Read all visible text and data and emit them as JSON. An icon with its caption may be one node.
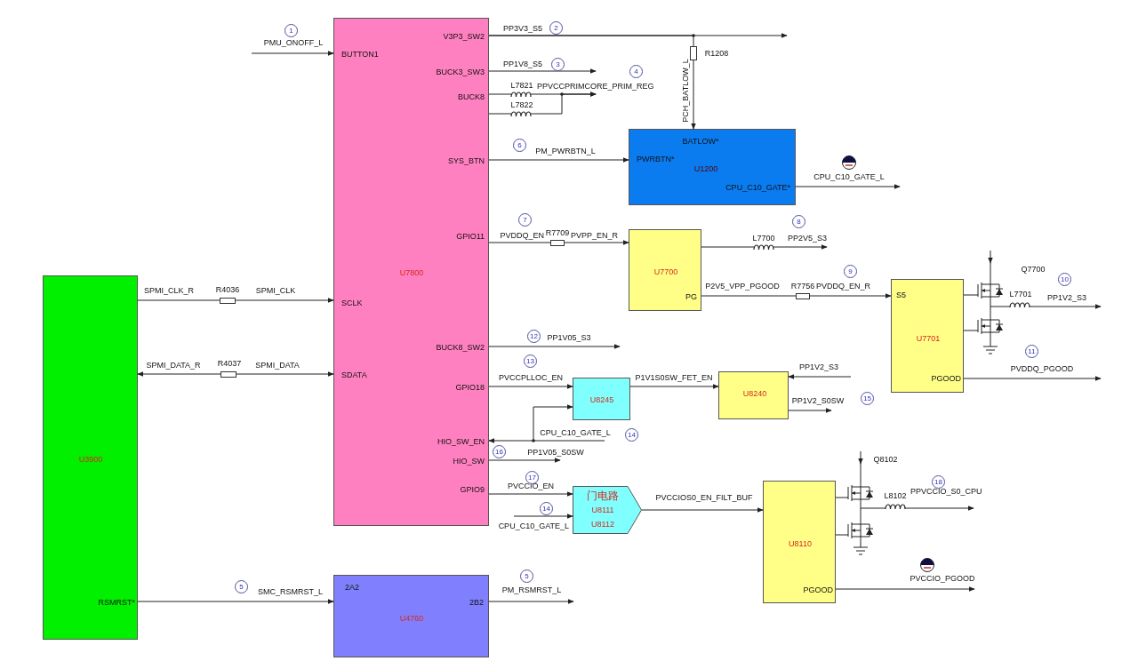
{
  "diagram": {
    "nodes": [
      {
        "text": [
          "V3P3_SW2",
          "BUTTON1",
          "BUCK3_SW3",
          "BUCK8",
          "SYS_BTN",
          "GPIO11",
          "U7800",
          "SCLK",
          "BUCK8_SW2",
          "SDATA",
          "GPIO18",
          "HIO_SW_EN",
          "HIO_SW",
          "GPIO9"
        ]
      },
      {
        "text": [
          "BATLOW*",
          "PWRBTN*",
          "U1200",
          "CPU_C10_GATE*"
        ]
      },
      {
        "text": [
          "U7700",
          "PG"
        ]
      },
      {
        "text": [
          "S5",
          "U7701",
          "PGOOD"
        ]
      },
      {
        "text": [
          "U3900",
          "RSMRST*"
        ]
      },
      {
        "text": [
          "U8245"
        ]
      },
      {
        "text": [
          "U8240"
        ]
      },
      {
        "text": [
          "门电路",
          "U8111",
          "U8112"
        ]
      },
      {
        "text": [
          "U8110",
          "PGOOD"
        ]
      },
      {
        "text": [
          "2A2",
          "U4760",
          "2B2"
        ]
      },
      {
        "text": [],
        "shape": "resistor",
        "beside": [
          "R1208"
        ]
      },
      {
        "text": [],
        "shape": "inductor",
        "beside": [
          "L7821"
        ]
      },
      {
        "text": [],
        "shape": "inductor",
        "beside": [
          "L7822"
        ]
      },
      {
        "text": [],
        "shape": "resistor",
        "beside": [
          "R7709"
        ]
      },
      {
        "text": [],
        "shape": "inductor",
        "beside": [
          "L7700"
        ]
      },
      {
        "text": [],
        "shape": "resistor",
        "beside": [
          "R7756"
        ]
      },
      {
        "text": [],
        "shape": "picture",
        "beside": [
          "Q7700"
        ]
      },
      {
        "text": [],
        "shape": "inductor",
        "beside": [
          "L7701"
        ]
      },
      {
        "text": [],
        "shape": "resistor",
        "beside": [
          "R4036"
        ]
      },
      {
        "text": [],
        "shape": "resistor",
        "beside": [
          "R4037"
        ]
      },
      {
        "text": [],
        "shape": "picture",
        "beside": [
          "Q8102"
        ]
      },
      {
        "text": [],
        "shape": "inductor",
        "beside": [
          "L8102"
        ]
      }
    ],
    "edges": [
      {
        "from": null,
        "to": 0,
        "arrow": "to",
        "label": "PMU_ONOFF_L"
      },
      {
        "from": 0,
        "to": null,
        "arrow": "to",
        "label": "PP3V3_S5"
      },
      {
        "from": 0,
        "to": 10,
        "arrow": "none"
      },
      {
        "from": 10,
        "to": 1,
        "arrow": "to",
        "label": "PCH_BATLOW_L"
      },
      {
        "from": 0,
        "to": null,
        "arrow": "to",
        "label": "PP1V8_S5"
      },
      {
        "from": 0,
        "to": 11,
        "arrow": "none"
      },
      {
        "from": 0,
        "to": 12,
        "arrow": "none"
      },
      {
        "from": 11,
        "to": null,
        "arrow": "to",
        "label": "PPVCCPRIMCORE_PRIM_REG"
      },
      {
        "from": 12,
        "to": null,
        "arrow": "to"
      },
      {
        "from": 0,
        "to": 1,
        "arrow": "to",
        "label": "PM_PWRBTN_L"
      },
      {
        "from": 1,
        "to": null,
        "arrow": "to",
        "label": "CPU_C10_GATE_L"
      },
      {
        "from": 0,
        "to": 13,
        "arrow": "none",
        "label": "PVDDQ_EN"
      },
      {
        "from": 13,
        "to": 2,
        "arrow": "to",
        "label": "PVPP_EN_R"
      },
      {
        "from": 2,
        "to": 14,
        "arrow": "none"
      },
      {
        "from": 14,
        "to": null,
        "arrow": "to",
        "label": "PP2V5_S3"
      },
      {
        "from": 2,
        "to": 15,
        "arrow": "none",
        "label": "P2V5_VPP_PGOOD"
      },
      {
        "from": 15,
        "to": 3,
        "arrow": "to",
        "label": "PVDDQ_EN_R"
      },
      {
        "from": 3,
        "to": 16,
        "arrow": "none"
      },
      {
        "from": 3,
        "to": 16,
        "arrow": "none"
      },
      {
        "from": null,
        "to": 16,
        "arrow": "to"
      },
      {
        "from": 16,
        "to": 17,
        "arrow": "none"
      },
      {
        "from": 17,
        "to": null,
        "arrow": "to",
        "label": "PP1V2_S3"
      },
      {
        "from": 3,
        "to": null,
        "arrow": "to",
        "label": "PVDDQ_PGOOD"
      },
      {
        "from": 4,
        "to": 18,
        "arrow": "none",
        "label": "SPMI_CLK_R"
      },
      {
        "from": 18,
        "to": 0,
        "arrow": "to",
        "label": "SPMI_CLK"
      },
      {
        "from": 19,
        "to": 4,
        "arrow": "to",
        "label": "SPMI_DATA_R"
      },
      {
        "from": 19,
        "to": 0,
        "arrow": "to",
        "label": "SPMI_DATA"
      },
      {
        "from": 0,
        "to": null,
        "arrow": "to",
        "label": "PP1V05_S3"
      },
      {
        "from": 0,
        "to": 5,
        "arrow": "to",
        "label": "PVCCPLLOC_EN"
      },
      {
        "from": 5,
        "to": 6,
        "arrow": "to",
        "label": "P1V1S0SW_FET_EN"
      },
      {
        "from": null,
        "to": 6,
        "arrow": "to",
        "label": "PP1V2_S3"
      },
      {
        "from": 6,
        "to": null,
        "arrow": "to",
        "label": "PP1V2_S0SW"
      },
      {
        "from": null,
        "to": 0,
        "arrow": "to",
        "label": "CPU_C10_GATE_L"
      },
      {
        "from": null,
        "to": 5,
        "arrow": "to"
      },
      {
        "from": 0,
        "to": null,
        "arrow": "to",
        "label": "PP1V05_S0SW"
      },
      {
        "from": 0,
        "to": 7,
        "arrow": "to",
        "label": "PVCCIO_EN"
      },
      {
        "from": null,
        "to": 7,
        "arrow": "to",
        "label": "CPU_C10_GATE_L"
      },
      {
        "from": 7,
        "to": 8,
        "arrow": "to",
        "label": "PVCCIOS0_EN_FILT_BUF"
      },
      {
        "from": 8,
        "to": 20,
        "arrow": "none"
      },
      {
        "from": 8,
        "to": 20,
        "arrow": "none"
      },
      {
        "from": null,
        "to": 20,
        "arrow": "to"
      },
      {
        "from": 20,
        "to": 21,
        "arrow": "none"
      },
      {
        "from": 21,
        "to": null,
        "arrow": "to",
        "label": "PPVCCIO_S0_CPU"
      },
      {
        "from": 8,
        "to": null,
        "arrow": "to",
        "label": "PVCCIO_PGOOD"
      },
      {
        "from": 4,
        "to": 9,
        "arrow": "to",
        "label": "SMC_RSMRST_L"
      },
      {
        "from": 9,
        "to": null,
        "arrow": "to",
        "label": "PM_RSMRST_L"
      }
    ],
    "labels": [
      "2",
      "1",
      "3",
      "4",
      "6",
      "7",
      "8",
      "9",
      "10",
      "12",
      "11",
      "13",
      "15",
      "14",
      "16",
      "17",
      "18",
      "14",
      "5",
      "5"
    ]
  }
}
